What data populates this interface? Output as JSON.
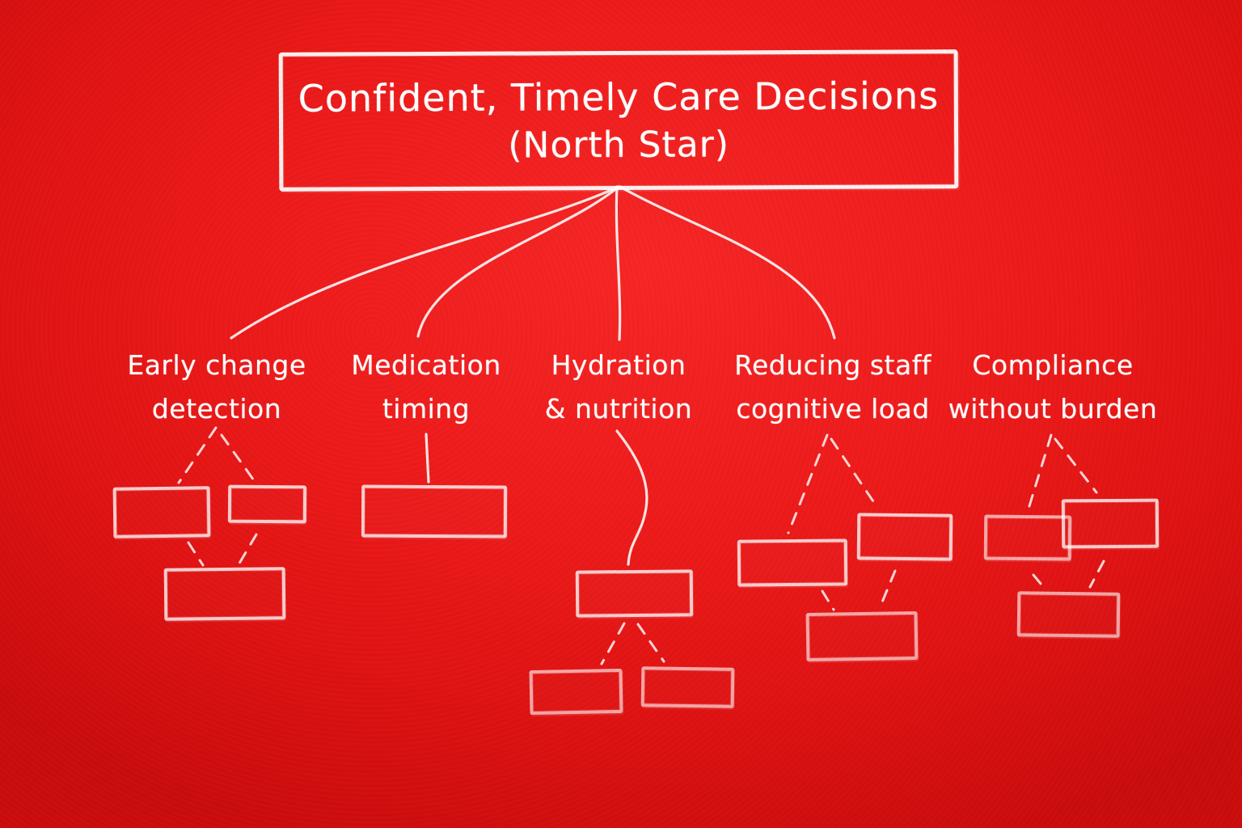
{
  "diagram": {
    "style": "hand-drawn chalk mind map",
    "colors": {
      "background": "#ee1b1b",
      "background_edge": "#ca0c0c",
      "ink": "#ffffff"
    },
    "root": {
      "title_line1": "Confident, Timely Care Decisions",
      "title_line2": "(North Star)"
    },
    "branches": [
      {
        "id": "early-change-detection",
        "line1": "Early change",
        "line2": "detection",
        "placeholder_boxes": 3,
        "root_connector": "solid curve",
        "child_connectors": "dashed diamond"
      },
      {
        "id": "medication-timing",
        "line1": "Medication",
        "line2": "timing",
        "placeholder_boxes": 1,
        "root_connector": "solid curve",
        "child_connectors": "solid line"
      },
      {
        "id": "hydration-nutrition",
        "line1": "Hydration",
        "line2": "& nutrition",
        "placeholder_boxes": 3,
        "root_connector": "solid curve",
        "child_connectors": "solid S-curve then dashed fork"
      },
      {
        "id": "reducing-staff-cognitive-load",
        "line1": "Reducing staff",
        "line2": "cognitive load",
        "placeholder_boxes": 3,
        "root_connector": "solid curve",
        "child_connectors": "dashed diamond"
      },
      {
        "id": "compliance-without-burden",
        "line1": "Compliance",
        "line2": "without burden",
        "placeholder_boxes": 3,
        "root_connector": "none visible",
        "child_connectors": "dashed diamond"
      }
    ]
  }
}
